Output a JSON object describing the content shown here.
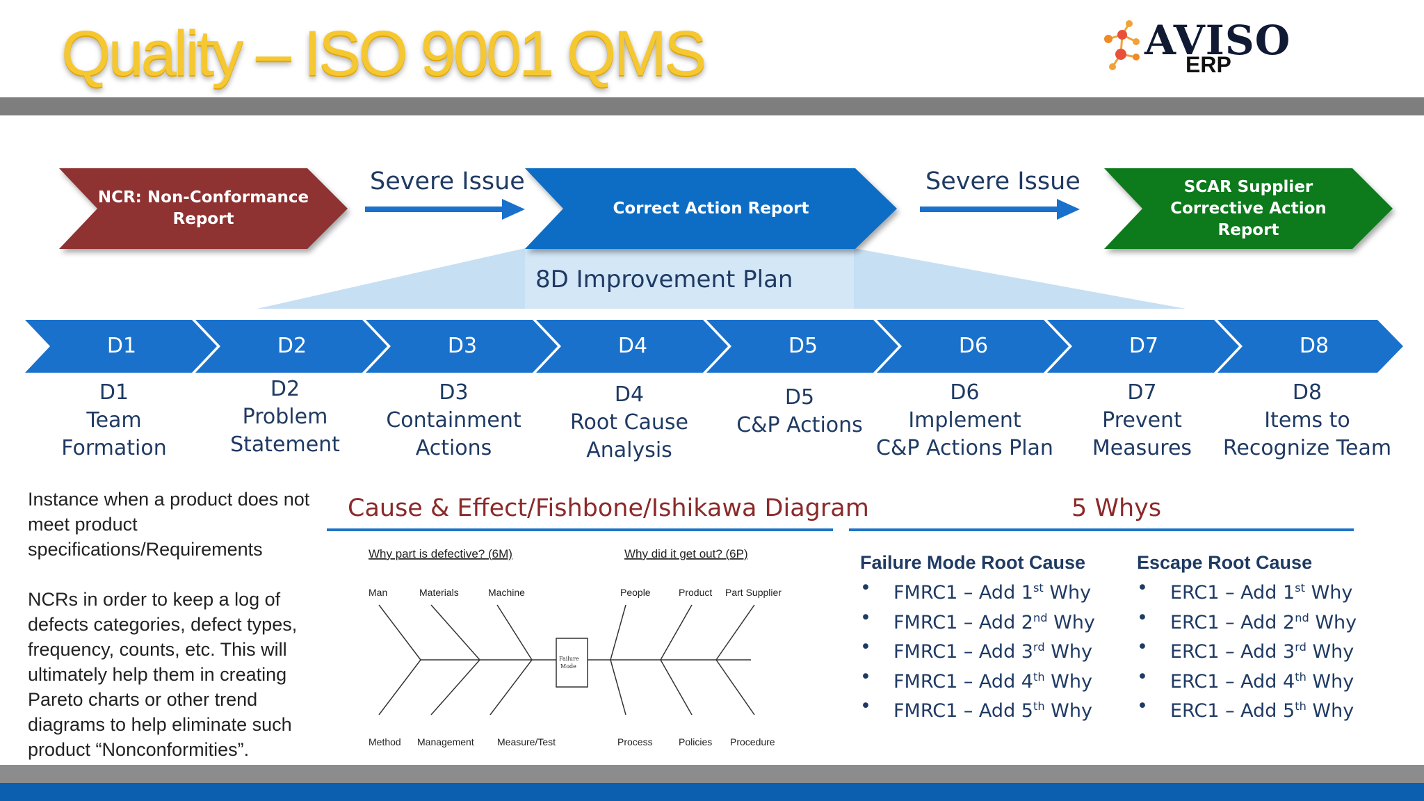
{
  "title": "Quality – ISO 9001 QMS",
  "logo": {
    "brand": "AVISO",
    "sub": "ERP"
  },
  "process": {
    "ncr": "NCR: Non-Conformance Report",
    "severe_1": "Severe Issue",
    "car": "Correct Action Report",
    "severe_2": "Severe Issue",
    "scar": "SCAR Supplier Corrective Action Report",
    "plan": "8D Improvement Plan"
  },
  "steps": [
    {
      "label": "D1",
      "desc": "D1\nTeam\nFormation"
    },
    {
      "label": "D2",
      "desc": "D2\nProblem\nStatement"
    },
    {
      "label": "D3",
      "desc": "D3\nContainment\nActions"
    },
    {
      "label": "D4",
      "desc": "D4\nRoot Cause\nAnalysis"
    },
    {
      "label": "D5",
      "desc": "D5\nC&P Actions"
    },
    {
      "label": "D6",
      "desc": "D6\nImplement\nC&P Actions Plan"
    },
    {
      "label": "D7",
      "desc": "D7\nPrevent\nMeasures"
    },
    {
      "label": "D8",
      "desc": "D8\nItems to\nRecognize Team"
    }
  ],
  "ncr_description": [
    "Instance when a product does not meet product specifications/Requirements",
    "NCRs in order to keep a log of defects categories, defect types, frequency, counts, etc. This will ultimately help them in creating Pareto charts or other trend diagrams to help eliminate such product “Nonconformities”."
  ],
  "fishbone": {
    "heading": "Cause & Effect/Fishbone/Ishikawa Diagram",
    "left_question": "Why part is defective? (6M)",
    "right_question": "Why did it get out? (6P)",
    "top_causes": [
      "Man",
      "Materials",
      "Machine",
      "People",
      "Product",
      "Part Supplier"
    ],
    "bottom_causes": [
      "Method",
      "Management",
      "Measure/Test",
      "Process",
      "Policies",
      "Procedure"
    ],
    "head_line1": "Failure",
    "head_line2": "Mode"
  },
  "whys": {
    "heading": "5 Whys",
    "failure_mode": {
      "title": "Failure Mode Root Cause",
      "items": [
        "FMRC1 – Add 1st Why",
        "FMRC1 – Add 2nd Why",
        "FMRC1 – Add 3rd Why",
        "FMRC1 – Add 4th Why",
        "FMRC1 – Add 5th Why"
      ]
    },
    "escape": {
      "title": "Escape Root Cause",
      "items": [
        "ERC1 – Add 1st Why",
        "ERC1 – Add 2nd Why",
        "ERC1 – Add 3rd Why",
        "ERC1 – Add 4th Why",
        "ERC1 – Add 5th Why"
      ]
    }
  },
  "colors": {
    "title": "#f5c832",
    "ncr": "#8e3232",
    "car": "#0f6dc4",
    "scar": "#0c7a1f",
    "chevron": "#1971cc",
    "plan_fill": "#c6dff3",
    "band_gray": "#7e7e7e",
    "band_blue": "#0b5fae"
  }
}
